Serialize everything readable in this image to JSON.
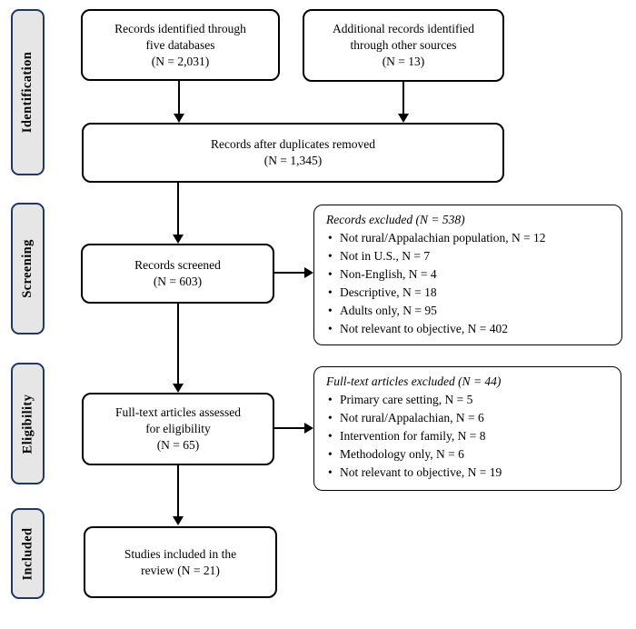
{
  "diagram_title": "PRISMA study selection flow diagram",
  "colors": {
    "stage_fill": "#e7e6e6",
    "stage_border": "#1f3864",
    "box_border": "#000000",
    "background": "#ffffff"
  },
  "stages": {
    "identification": "Identification",
    "screening": "Screening",
    "eligibility": "Eligibility",
    "included": "Included"
  },
  "boxes": {
    "identified_databases": "Records identified through\nfive databases\n(N = 2,031)",
    "identified_other_sources": "Additional records identified\nthrough other sources\n(N = 13)",
    "duplicates_removed": "Records after duplicates removed\n(N = 1,345)",
    "records_screened": "Records screened\n(N = 603)",
    "fulltext_assessed": "Full-text articles assessed\nfor eligibility\n(N = 65)",
    "studies_included": "Studies included in the\nreview (N = 21)"
  },
  "exclusions": {
    "records": {
      "title": "Records excluded (N = 538)",
      "items": [
        "Not rural/Appalachian population, N = 12",
        "Not in U.S., N = 7",
        "Non-English, N = 4",
        "Descriptive, N = 18",
        "Adults only, N = 95",
        "Not relevant to objective, N = 402"
      ]
    },
    "fulltext": {
      "title": "Full-text articles excluded (N = 44)",
      "items": [
        "Primary care setting, N = 5",
        "Not rural/Appalachian, N = 6",
        "Intervention for family, N = 8",
        "Methodology only, N = 6",
        "Not relevant to objective, N = 19"
      ]
    }
  }
}
